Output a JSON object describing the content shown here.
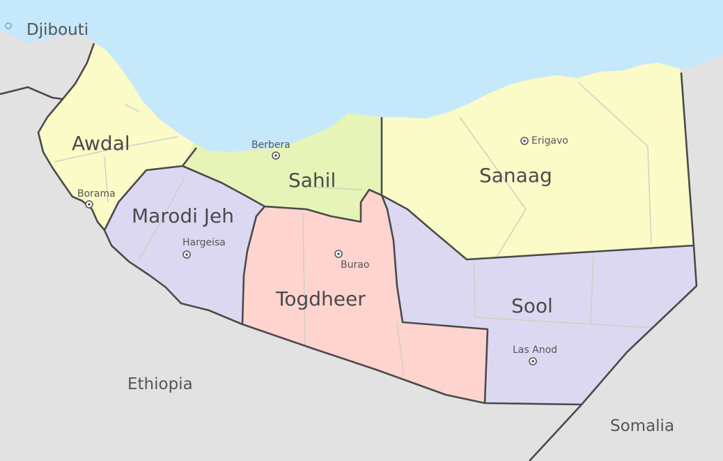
{
  "colors": {
    "sea": "#c5e8fb",
    "neighbor_land": "#e2e2e2",
    "yellow_region": "#fbfbc8",
    "green_region": "#e6f4b8",
    "purple_region": "#ddd8f2",
    "pink_region": "#ffd4cf",
    "border": "#4a4a4a"
  },
  "countries": {
    "djibouti": "Djibouti",
    "ethiopia": "Ethiopia",
    "somalia": "Somalia"
  },
  "regions": {
    "awdal": "Awdal",
    "sahil": "Sahil",
    "sanaag": "Sanaag",
    "marodi_jeh": "Marodi Jeh",
    "togdheer": "Togdheer",
    "sool": "Sool"
  },
  "cities": {
    "berbera": "Berbera",
    "erigavo": "Erigavo",
    "borama": "Borama",
    "hargeisa": "Hargeisa",
    "burao": "Burao",
    "las_anod": "Las Anod"
  }
}
